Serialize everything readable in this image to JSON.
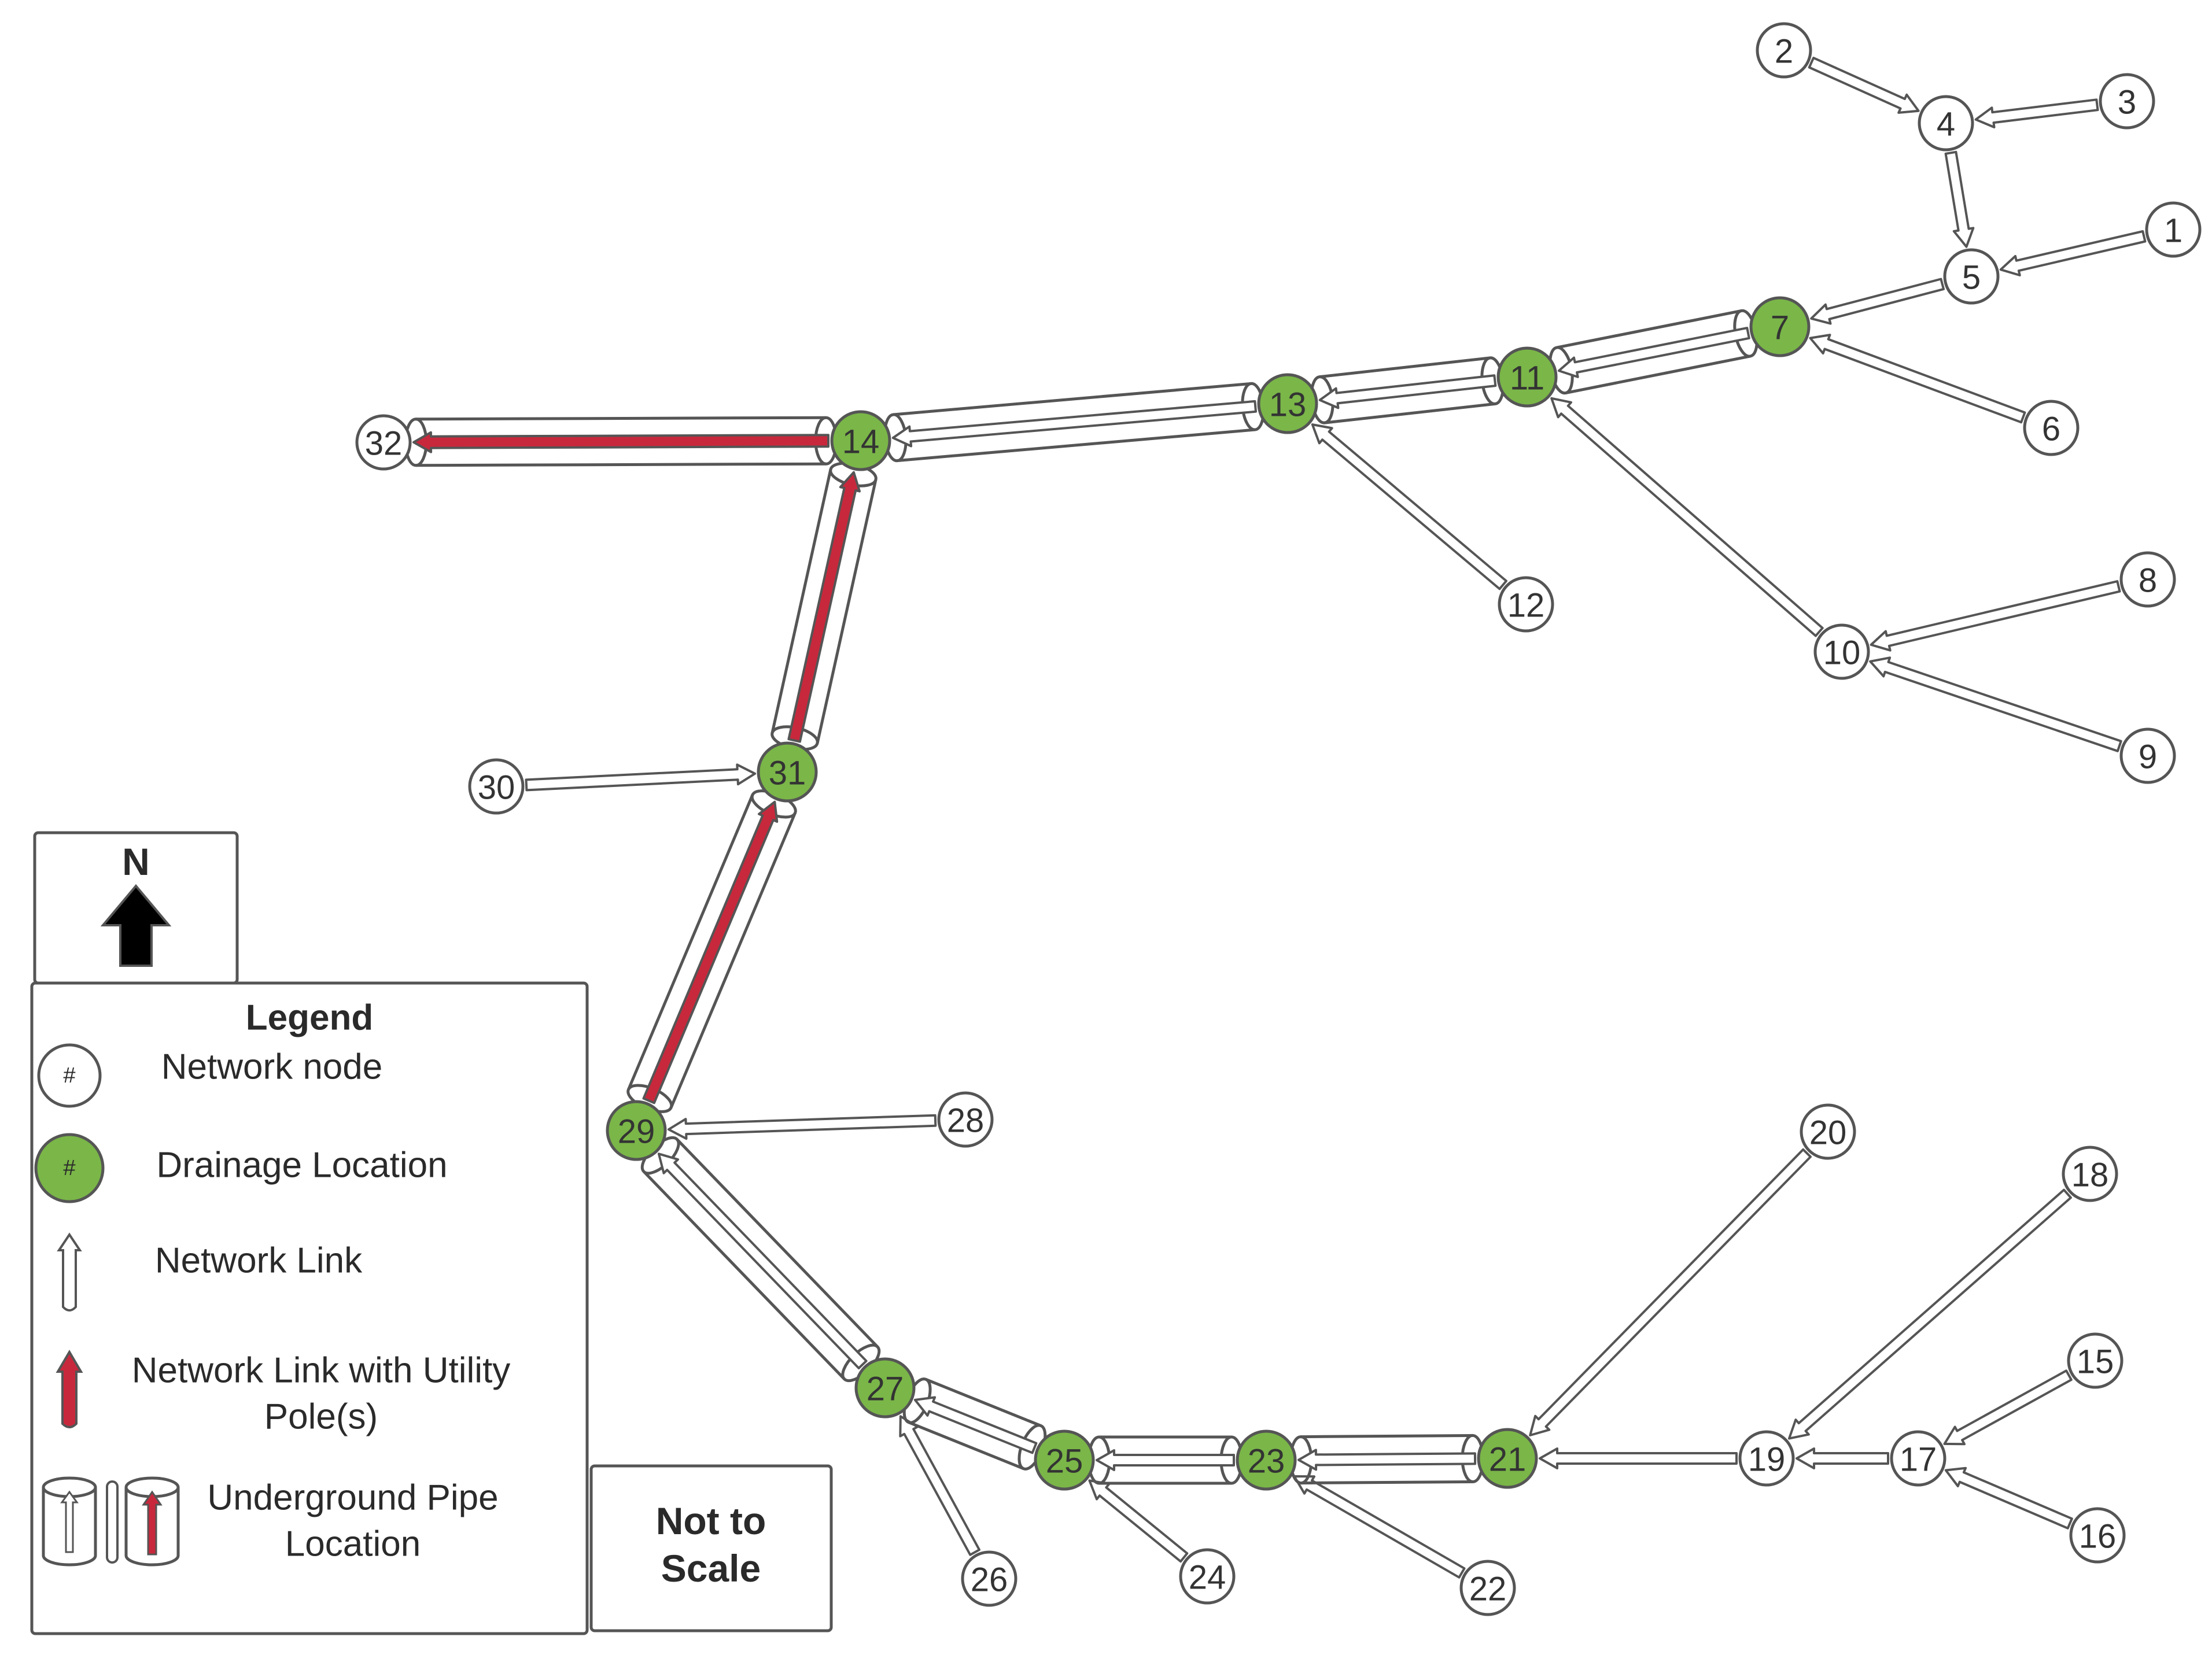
{
  "colors": {
    "drainage": "#7ab648",
    "utility": "#c8283c",
    "stroke": "#555555",
    "node_fill": "#ffffff"
  },
  "north": {
    "label": "N",
    "icon": "north-arrow-icon"
  },
  "legend": {
    "title": "Legend",
    "node_symbol": "#",
    "items": [
      {
        "label": "Network node",
        "icon": "network-node-icon"
      },
      {
        "label": "Drainage Location",
        "icon": "drainage-location-icon"
      },
      {
        "label": "Network Link",
        "icon": "network-link-icon"
      },
      {
        "label_lines": [
          "Network Link with Utility",
          "Pole(s)"
        ],
        "icon": "utility-link-icon"
      },
      {
        "label_lines": [
          "Underground Pipe",
          "Location"
        ],
        "icon": "underground-pipe-icon"
      }
    ]
  },
  "scale_note": {
    "lines": [
      "Not to",
      "Scale"
    ]
  },
  "nodes": [
    {
      "id": "1",
      "drainage": false
    },
    {
      "id": "2",
      "drainage": false
    },
    {
      "id": "3",
      "drainage": false
    },
    {
      "id": "4",
      "drainage": false
    },
    {
      "id": "5",
      "drainage": false
    },
    {
      "id": "6",
      "drainage": false
    },
    {
      "id": "7",
      "drainage": true
    },
    {
      "id": "8",
      "drainage": false
    },
    {
      "id": "9",
      "drainage": false
    },
    {
      "id": "10",
      "drainage": false
    },
    {
      "id": "11",
      "drainage": true
    },
    {
      "id": "12",
      "drainage": false
    },
    {
      "id": "13",
      "drainage": true
    },
    {
      "id": "14",
      "drainage": true
    },
    {
      "id": "15",
      "drainage": false
    },
    {
      "id": "16",
      "drainage": false
    },
    {
      "id": "17",
      "drainage": false
    },
    {
      "id": "18",
      "drainage": false
    },
    {
      "id": "19",
      "drainage": false
    },
    {
      "id": "20",
      "drainage": false
    },
    {
      "id": "21",
      "drainage": true
    },
    {
      "id": "22",
      "drainage": false
    },
    {
      "id": "23",
      "drainage": true
    },
    {
      "id": "24",
      "drainage": false
    },
    {
      "id": "25",
      "drainage": true
    },
    {
      "id": "26",
      "drainage": false
    },
    {
      "id": "27",
      "drainage": true
    },
    {
      "id": "28",
      "drainage": false
    },
    {
      "id": "29",
      "drainage": true
    },
    {
      "id": "30",
      "drainage": false
    },
    {
      "id": "31",
      "drainage": true
    },
    {
      "id": "32",
      "drainage": false
    }
  ],
  "links": [
    {
      "from": "2",
      "to": "4",
      "pipe": false,
      "utility": false
    },
    {
      "from": "3",
      "to": "4",
      "pipe": false,
      "utility": false
    },
    {
      "from": "4",
      "to": "5",
      "pipe": false,
      "utility": false
    },
    {
      "from": "1",
      "to": "5",
      "pipe": false,
      "utility": false
    },
    {
      "from": "5",
      "to": "7",
      "pipe": false,
      "utility": false
    },
    {
      "from": "6",
      "to": "7",
      "pipe": false,
      "utility": false
    },
    {
      "from": "7",
      "to": "11",
      "pipe": true,
      "utility": false
    },
    {
      "from": "8",
      "to": "10",
      "pipe": false,
      "utility": false
    },
    {
      "from": "9",
      "to": "10",
      "pipe": false,
      "utility": false
    },
    {
      "from": "10",
      "to": "11",
      "pipe": false,
      "utility": false
    },
    {
      "from": "11",
      "to": "13",
      "pipe": true,
      "utility": false
    },
    {
      "from": "12",
      "to": "13",
      "pipe": false,
      "utility": false
    },
    {
      "from": "13",
      "to": "14",
      "pipe": true,
      "utility": false
    },
    {
      "from": "14",
      "to": "32",
      "pipe": true,
      "utility": true
    },
    {
      "from": "31",
      "to": "14",
      "pipe": true,
      "utility": true
    },
    {
      "from": "30",
      "to": "31",
      "pipe": false,
      "utility": false
    },
    {
      "from": "29",
      "to": "31",
      "pipe": true,
      "utility": true
    },
    {
      "from": "28",
      "to": "29",
      "pipe": false,
      "utility": false
    },
    {
      "from": "27",
      "to": "29",
      "pipe": true,
      "utility": false
    },
    {
      "from": "26",
      "to": "27",
      "pipe": false,
      "utility": false
    },
    {
      "from": "25",
      "to": "27",
      "pipe": true,
      "utility": false
    },
    {
      "from": "24",
      "to": "25",
      "pipe": false,
      "utility": false
    },
    {
      "from": "23",
      "to": "25",
      "pipe": true,
      "utility": false
    },
    {
      "from": "22",
      "to": "23",
      "pipe": false,
      "utility": false
    },
    {
      "from": "21",
      "to": "23",
      "pipe": true,
      "utility": false
    },
    {
      "from": "20",
      "to": "21",
      "pipe": false,
      "utility": false
    },
    {
      "from": "19",
      "to": "21",
      "pipe": false,
      "utility": false
    },
    {
      "from": "18",
      "to": "19",
      "pipe": false,
      "utility": false
    },
    {
      "from": "17",
      "to": "19",
      "pipe": false,
      "utility": false
    },
    {
      "from": "15",
      "to": "17",
      "pipe": false,
      "utility": false
    },
    {
      "from": "16",
      "to": "17",
      "pipe": false,
      "utility": false
    }
  ]
}
